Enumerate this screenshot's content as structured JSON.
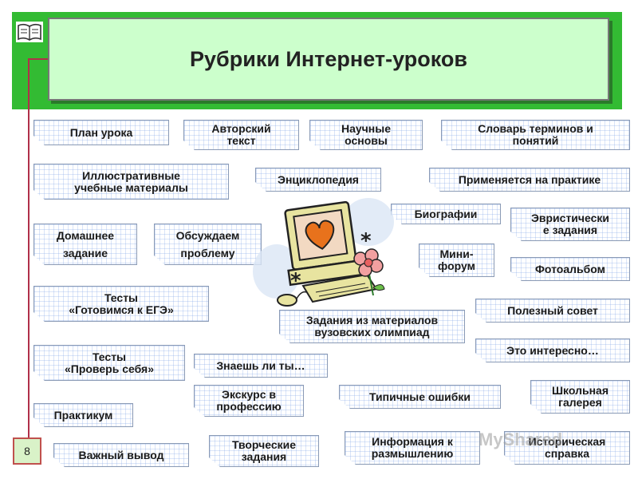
{
  "header": {
    "title": "Рубрики Интернет-уроков",
    "page_number": "8"
  },
  "rubrics": [
    {
      "id": "plan-uroka",
      "label": "План урока"
    },
    {
      "id": "avtorskiy-tekst",
      "label": "Авторский\nтекст"
    },
    {
      "id": "nauchnye-osnovy",
      "label": "Научные\nосновы"
    },
    {
      "id": "slovar-terminov",
      "label": "Словарь терминов и\nпонятий"
    },
    {
      "id": "illyustrativnye",
      "label": "Иллюстративные\nучебные материалы"
    },
    {
      "id": "enciklopediya",
      "label": "Энциклопедия"
    },
    {
      "id": "primenyaetsya",
      "label": "Применяется на практике"
    },
    {
      "id": "biografii",
      "label": "Биографии"
    },
    {
      "id": "evristicheskie",
      "label": "Эвристически\nе задания"
    },
    {
      "id": "domashnee",
      "label": "Домашнее\nзадание"
    },
    {
      "id": "obsuzhdaem",
      "label": "Обсуждаем\nпроблему"
    },
    {
      "id": "mini-forum",
      "label": "Мини-\nфорум"
    },
    {
      "id": "fotoalbom",
      "label": "Фотоальбом"
    },
    {
      "id": "testy-ege",
      "label": "Тесты\n«Готовимся к ЕГЭ»"
    },
    {
      "id": "olimpiady",
      "label": "Задания из материалов\nвузовских олимпиад"
    },
    {
      "id": "poleznyy-sovet",
      "label": "Полезный совет"
    },
    {
      "id": "eto-interesno",
      "label": "Это интересно…"
    },
    {
      "id": "testy-prover",
      "label": "Тесты\n«Проверь себя»"
    },
    {
      "id": "znaesh-li",
      "label": "Знаешь ли ты…"
    },
    {
      "id": "ekskurs",
      "label": "Экскурс в\nпрофессию"
    },
    {
      "id": "tipichnye-oshibki",
      "label": "Типичные ошибки"
    },
    {
      "id": "shkolnaya-galereya",
      "label": "Школьная\nгалерея"
    },
    {
      "id": "praktikum",
      "label": "Практикум"
    },
    {
      "id": "vazhnyy-vyvod",
      "label": "Важный вывод"
    },
    {
      "id": "tvorcheskie",
      "label": "Творческие\nзадания"
    },
    {
      "id": "razmyshleniyu",
      "label": "Информация к\nразмышлению"
    },
    {
      "id": "istoricheskaya",
      "label": "Историческая\nсправка"
    }
  ],
  "clipart": {
    "icon": "computer-with-heart-clipart"
  },
  "watermark": {
    "text": "MyShared"
  },
  "colors": {
    "header_green": "#33bb33",
    "title_box": "#ccffcc",
    "rubric_shadow": "#4a5a8a",
    "grid_blue": "#78a0e6"
  }
}
